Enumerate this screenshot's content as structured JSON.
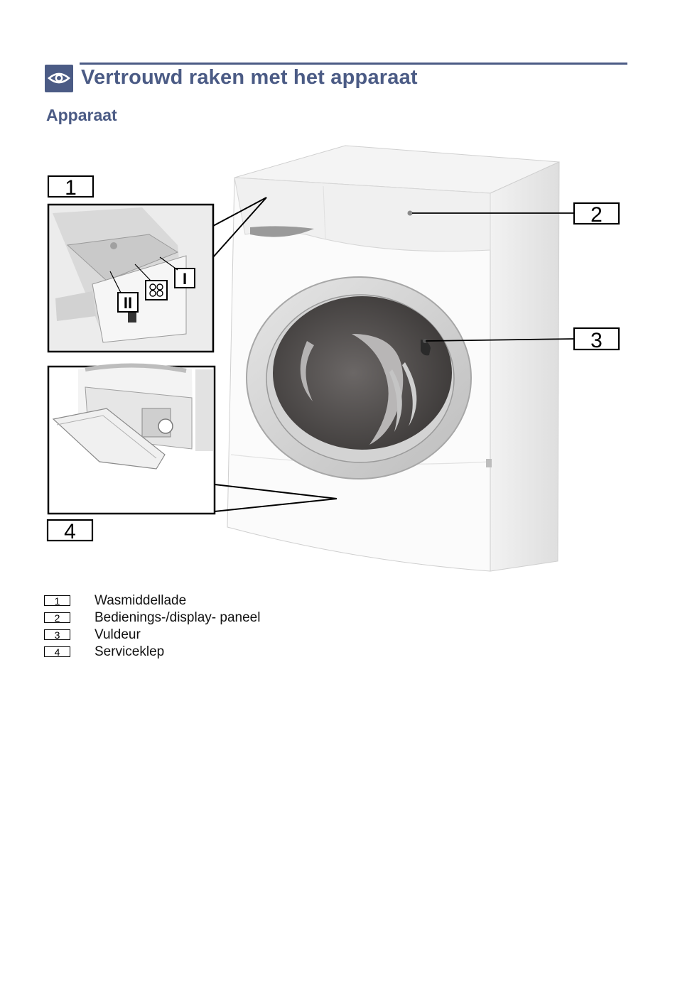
{
  "header": {
    "chapter_title": "Vertrouwd raken met het apparaat",
    "chapter_icon": "eye-icon",
    "section_title": "Apparaat"
  },
  "figure": {
    "callouts": [
      "1",
      "2",
      "3",
      "4"
    ],
    "drawer_compartment_labels": [
      "I",
      "II"
    ],
    "drawer_softener_icon": "flower-icon"
  },
  "legend": [
    {
      "number": "1",
      "label": "Wasmiddellade"
    },
    {
      "number": "2",
      "label": "Bedienings-/display- paneel"
    },
    {
      "number": "3",
      "label": "Vuldeur"
    },
    {
      "number": "4",
      "label": "Serviceklep"
    }
  ],
  "colors": {
    "heading": "#4b5b85",
    "door_glass": "#4a4746"
  }
}
